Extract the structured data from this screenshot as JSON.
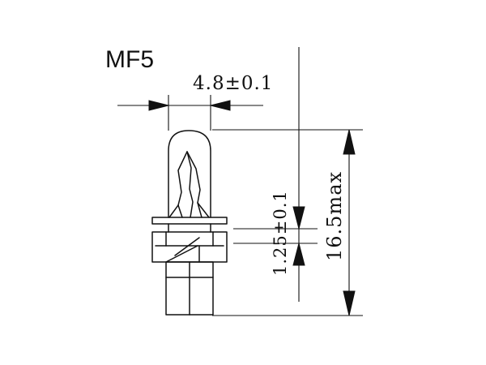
{
  "diagram": {
    "title": "MF5",
    "dimensions": {
      "width": "4.8±0.1",
      "base_gap": "1.25±0.1",
      "height": "16.5max"
    }
  }
}
